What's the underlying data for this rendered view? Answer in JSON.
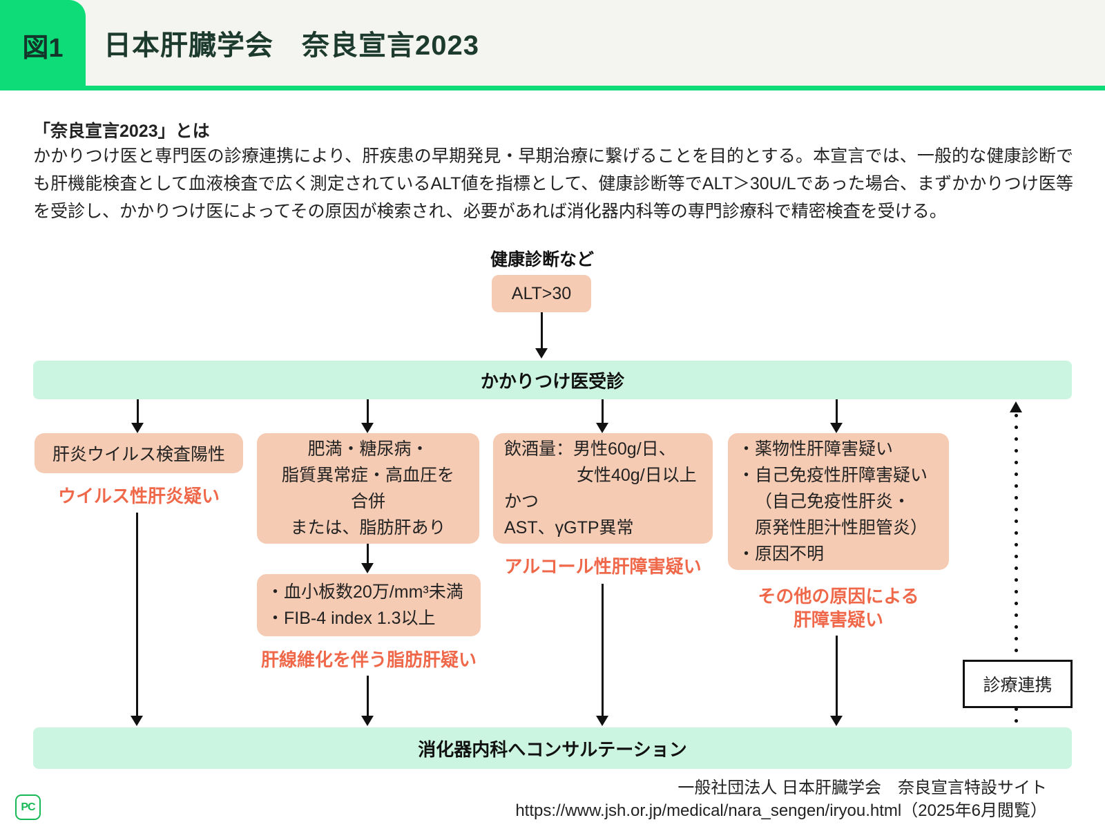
{
  "figure_label": "図1",
  "title": "日本肝臓学会　奈良宣言2023",
  "intro": {
    "heading": "「奈良宣言2023」とは",
    "body": "かかりつけ医と専門医の診療連携により、肝疾患の早期発見・早期治療に繋げることを目的とする。本宣言では、一般的な健康診断でも肝機能検査として血液検査で広く測定されているALT値を指標として、健康診断等でALT＞30U/Lであった場合、まずかかりつけ医等を受診し、かかりつけ医によってその原因が検索され、必要があれば消化器内科等の専門診療科で精密検査を受ける。"
  },
  "flow": {
    "start_label": "健康診断など",
    "alt_box": "ALT>30",
    "primary_bar": "かかりつけ医受診",
    "consult_bar": "消化器内科へコンサルテーション",
    "referral_box": "診療連携",
    "branches": [
      {
        "box_lines": [
          "肝炎ウイルス検査陽性"
        ],
        "caption_lines": [
          "ウイルス性肝炎疑い"
        ]
      },
      {
        "box_lines": [
          "肥満・糖尿病・",
          "脂質異常症・高血圧を",
          "合併",
          "または、脂肪肝あり"
        ],
        "sub_box_lines": [
          "・血小板数20万/mm³未満",
          "・FIB-4 index 1.3以上"
        ],
        "caption_lines": [
          "肝線維化を伴う脂肪肝疑い"
        ]
      },
      {
        "box_lines": [
          "飲酒量：男性60g/日、",
          "女性40g/日以上",
          "かつ",
          "AST、γGTP異常"
        ],
        "caption_lines": [
          "アルコール性肝障害疑い"
        ]
      },
      {
        "box_lines": [
          "・薬物性肝障害疑い",
          "・自己免疫性肝障害疑い",
          "（自己免疫性肝炎・",
          "原発性胆汁性胆管炎）",
          "・原因不明"
        ],
        "caption_lines": [
          "その他の原因による",
          "肝障害疑い"
        ]
      }
    ]
  },
  "footer": {
    "credit": "一般社団法人 日本肝臓学会　奈良宣言特設サイト",
    "url_line": "https://www.jsh.or.jp/medical/nara_sengen/iryou.html（2025年6月閲覧）",
    "logo_text": "PC"
  },
  "colors": {
    "accent_green": "#0ddc78",
    "mint_bar": "#ccf5e1",
    "salmon_box": "#f6cbb3",
    "caption_orange": "#f0684a"
  }
}
